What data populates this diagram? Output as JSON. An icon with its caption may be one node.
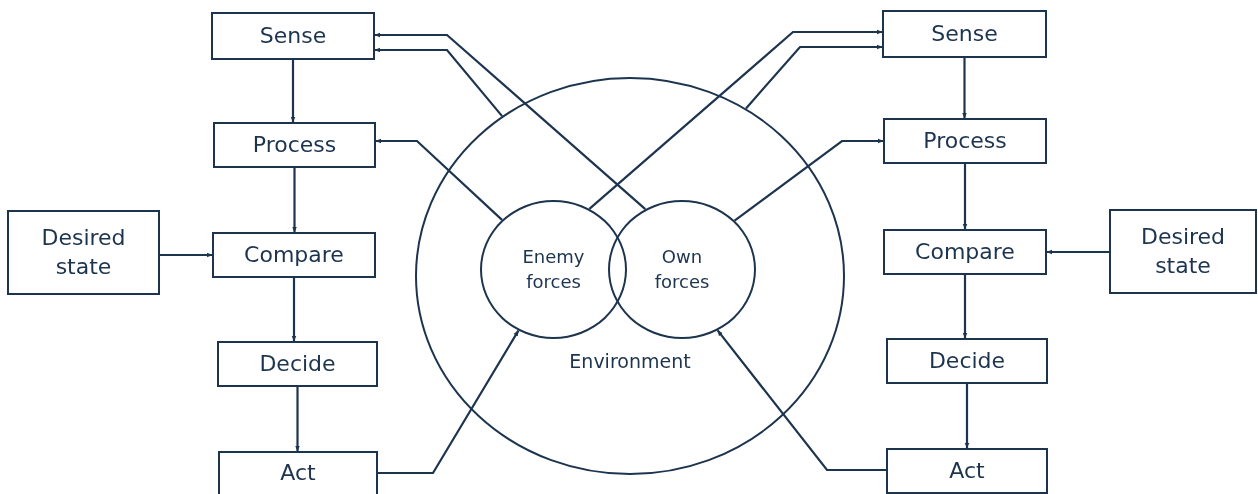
{
  "diagram": {
    "nodes": [
      {
        "text": [
          "Sense"
        ]
      },
      {
        "text": [
          "Process"
        ]
      },
      {
        "text": [
          "Desired state"
        ]
      },
      {
        "text": [
          "Compare"
        ]
      },
      {
        "text": [
          "Decide"
        ]
      },
      {
        "text": [
          "Act"
        ]
      },
      {
        "text": [
          "Environment"
        ]
      },
      {
        "text": [
          "Enemy forces"
        ],
        "in": 6
      },
      {
        "text": [
          "Own forces"
        ],
        "in": 6
      },
      {
        "text": [
          "Sense"
        ]
      },
      {
        "text": [
          "Process"
        ]
      },
      {
        "text": [
          "Compare"
        ]
      },
      {
        "text": [
          "Desired state"
        ]
      },
      {
        "text": [
          "Decide"
        ]
      },
      {
        "text": [
          "Act"
        ]
      }
    ],
    "edges": [
      {
        "from": 0,
        "to": 1,
        "arrow": "to"
      },
      {
        "from": 1,
        "to": 3,
        "arrow": "to"
      },
      {
        "from": 3,
        "to": 4,
        "arrow": "to"
      },
      {
        "from": 4,
        "to": 5,
        "arrow": "to"
      },
      {
        "from": 2,
        "to": 3,
        "arrow": "to"
      },
      {
        "from": 9,
        "to": 10,
        "arrow": "to"
      },
      {
        "from": 10,
        "to": 11,
        "arrow": "to"
      },
      {
        "from": 11,
        "to": 13,
        "arrow": "to"
      },
      {
        "from": 13,
        "to": 14,
        "arrow": "to"
      },
      {
        "from": 12,
        "to": 11,
        "arrow": "to"
      },
      {
        "from": 8,
        "to": 0,
        "arrow": "to"
      },
      {
        "from": 6,
        "to": 0,
        "arrow": "to"
      },
      {
        "from": 7,
        "to": 1,
        "arrow": "to"
      },
      {
        "from": 7,
        "to": 9,
        "arrow": "to"
      },
      {
        "from": 6,
        "to": 9,
        "arrow": "to"
      },
      {
        "from": 8,
        "to": 10,
        "arrow": "to"
      },
      {
        "from": 5,
        "to": 7,
        "arrow": "to"
      },
      {
        "from": 14,
        "to": 8,
        "arrow": "to"
      }
    ]
  }
}
